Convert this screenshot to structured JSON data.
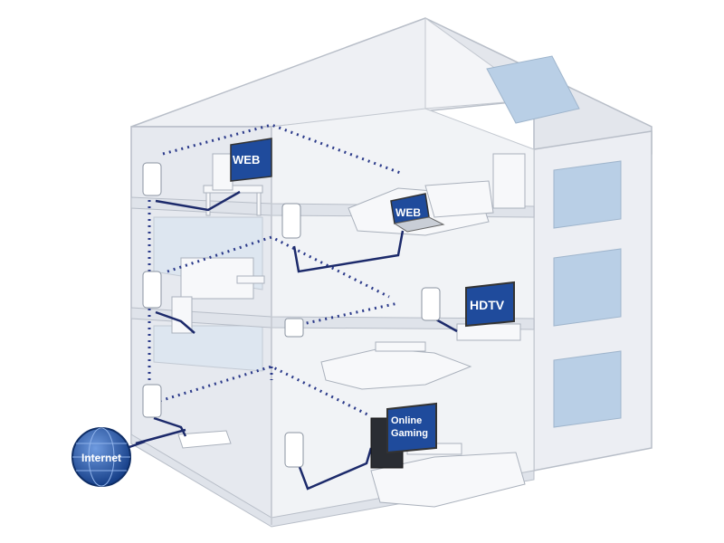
{
  "labels": {
    "web_upstairs": "WEB",
    "web_laptop": "WEB",
    "hdtv": "HDTV",
    "gaming_line1": "Online",
    "gaming_line2": "Gaming",
    "internet": "Internet"
  },
  "colors": {
    "screen": "#1f4b9c",
    "cable": "#1c2a6b",
    "powerline": "#2b3a8a",
    "wall": "#e9ecf2",
    "window": "#b9cfe6",
    "globe": "#2d5aa8"
  }
}
